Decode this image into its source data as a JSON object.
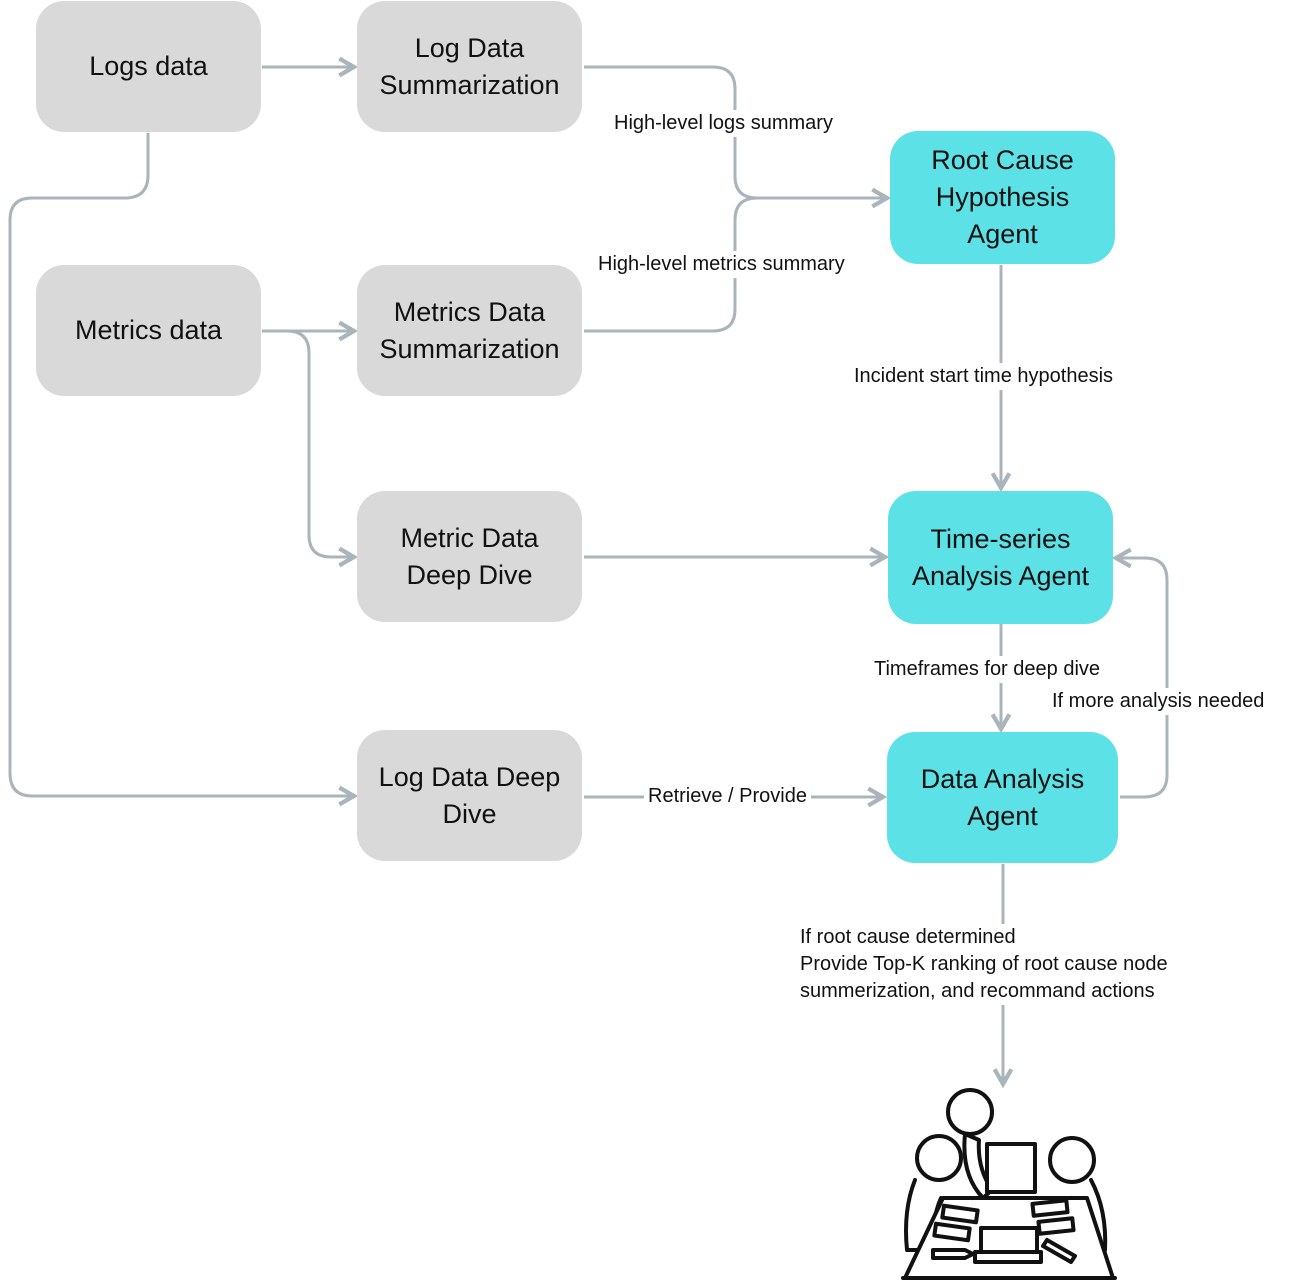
{
  "nodes": {
    "logs_data": "Logs data",
    "log_summary": "Log Data Summarization",
    "metrics_data": "Metrics data",
    "metrics_summary": "Metrics Data Summarization",
    "metric_deep_dive": "Metric Data Deep Dive",
    "log_deep_dive": "Log Data Deep Dive",
    "root_cause_agent": "Root Cause Hypothesis Agent",
    "time_series_agent": "Time-series Analysis Agent",
    "data_analysis_agent": "Data Analysis Agent"
  },
  "edge_labels": {
    "logs_summary": "High-level logs summary",
    "metrics_summary": "High-level metrics summary",
    "incident_time": "Incident start time hypothesis",
    "timeframes": "Timeframes for deep dive",
    "more_analysis": "If more analysis needed",
    "retrieve_provide": "Retrieve / Provide"
  },
  "outcome": {
    "line1": "If root cause determined",
    "line2": "Provide Top-K ranking of root cause node",
    "line3": "summerization, and recommand actions"
  },
  "colors": {
    "source_node": "#d9d9d9",
    "agent_node": "#5ce1e6",
    "connector": "#a9b4bb"
  },
  "icons": {
    "team": "team-meeting-icon"
  }
}
